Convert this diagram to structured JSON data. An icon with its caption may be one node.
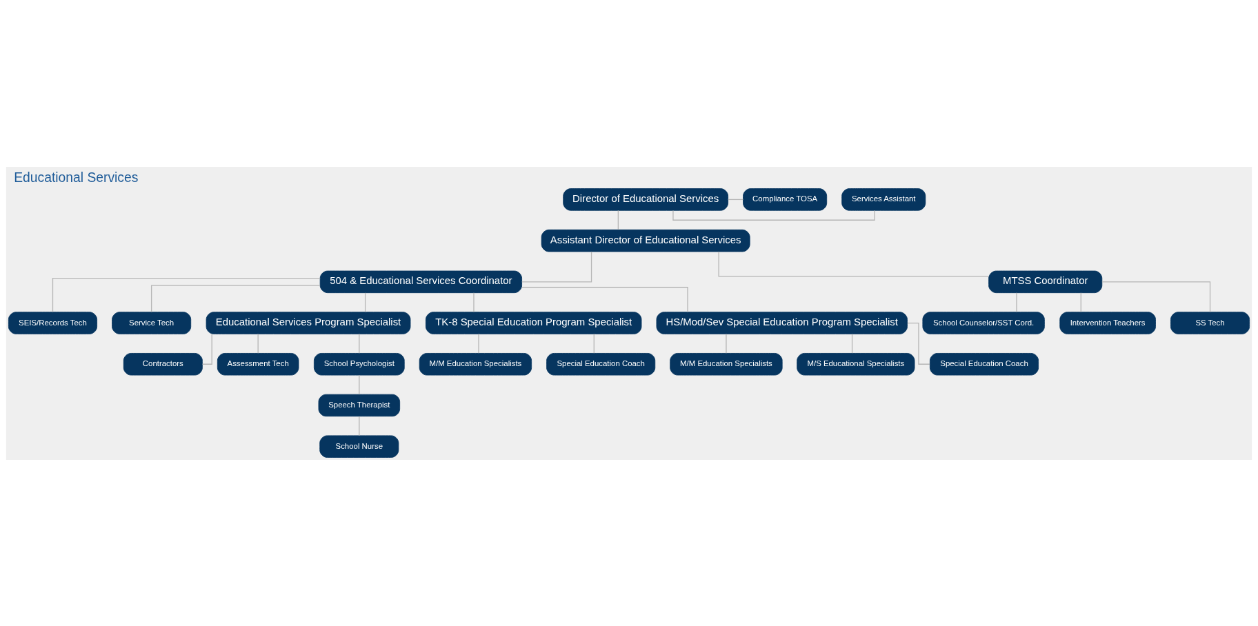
{
  "diagram": {
    "title": "Educational Services",
    "nodes": [
      {
        "text": [
          "Services Assistant"
        ]
      },
      {
        "text": [
          "Director of Educational Services"
        ]
      },
      {
        "text": [
          "Compliance TOSA"
        ]
      },
      {
        "text": [
          "Assistant Director of Educational Services"
        ]
      },
      {
        "text": [
          "504 & Educational Services Coordinator"
        ]
      },
      {
        "text": [
          "SEIS/Records Tech"
        ]
      },
      {
        "text": [
          "Service Tech"
        ]
      },
      {
        "text": [
          "MTSS Coordinator"
        ]
      },
      {
        "text": [
          "Educational Services Program Specialist"
        ]
      },
      {
        "text": [
          "TK-8 Special Education Program Specialist"
        ]
      },
      {
        "text": [
          "HS/Mod/Sev Special Education Program Specialist"
        ]
      },
      {
        "text": [
          "School Counselor/SST Cord."
        ]
      },
      {
        "text": [
          "Intervention Teachers"
        ]
      },
      {
        "text": [
          "SS Tech"
        ]
      },
      {
        "text": [
          "Contractors"
        ]
      },
      {
        "text": [
          "Assessment Tech"
        ]
      },
      {
        "text": [
          "School Psychologist"
        ]
      },
      {
        "text": [
          "Speech Therapist"
        ]
      },
      {
        "text": [
          "School Nurse"
        ]
      },
      {
        "text": [
          "M/M Education Specialists"
        ]
      },
      {
        "text": [
          "Special Education Coach"
        ]
      },
      {
        "text": [
          "M/M Education Specialists"
        ]
      },
      {
        "text": [
          "M/S Educational Specialists"
        ]
      },
      {
        "text": [
          "Special Education Coach"
        ]
      }
    ],
    "edges": [
      {
        "from": 1,
        "to": 0,
        "arrow": "none"
      },
      {
        "from": 1,
        "to": 2,
        "arrow": "none"
      },
      {
        "from": 1,
        "to": 3,
        "arrow": "none"
      },
      {
        "from": 3,
        "to": 7,
        "arrow": "none"
      },
      {
        "from": 3,
        "to": 4,
        "arrow": "none"
      },
      {
        "from": 4,
        "to": 5,
        "arrow": "none"
      },
      {
        "from": 4,
        "to": 6,
        "arrow": "none"
      },
      {
        "from": 4,
        "to": 8,
        "arrow": "none"
      },
      {
        "from": 4,
        "to": 9,
        "arrow": "none"
      },
      {
        "from": 4,
        "to": 10,
        "arrow": "none"
      },
      {
        "from": 7,
        "to": 11,
        "arrow": "none"
      },
      {
        "from": 7,
        "to": 12,
        "arrow": "none"
      },
      {
        "from": 7,
        "to": 13,
        "arrow": "none"
      },
      {
        "from": 8,
        "to": 14,
        "arrow": "none"
      },
      {
        "from": 8,
        "to": 15,
        "arrow": "none"
      },
      {
        "from": 8,
        "to": 16,
        "arrow": "none"
      },
      {
        "from": 16,
        "to": 17,
        "arrow": "none"
      },
      {
        "from": 17,
        "to": 18,
        "arrow": "none"
      },
      {
        "from": 9,
        "to": 19,
        "arrow": "none"
      },
      {
        "from": 9,
        "to": 20,
        "arrow": "none"
      },
      {
        "from": 10,
        "to": 21,
        "arrow": "none"
      },
      {
        "from": 10,
        "to": 22,
        "arrow": "none"
      },
      {
        "from": 10,
        "to": 23,
        "arrow": "none"
      }
    ]
  }
}
